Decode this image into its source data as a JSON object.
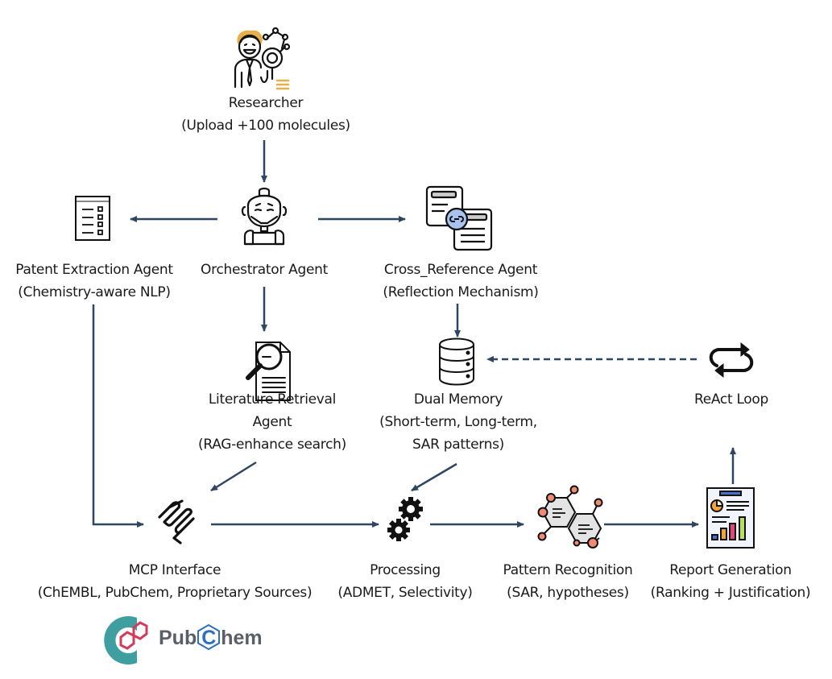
{
  "diagram": {
    "nodes": {
      "researcher": {
        "title": "Researcher",
        "subtitle": "(Upload +100 molecules)",
        "icon": "researcher-with-molecule-magnifier-icon"
      },
      "orchestrator": {
        "title": "Orchestrator Agent",
        "icon": "robot-icon"
      },
      "patent": {
        "title": "Patent Extraction Agent",
        "subtitle": "(Chemistry-aware NLP)",
        "icon": "checklist-document-icon"
      },
      "cross_reference": {
        "title": "Cross_Reference Agent",
        "subtitle": "(Reflection Mechanism)",
        "icon": "linked-documents-icon"
      },
      "literature": {
        "title": "Literature Retrieval",
        "title2": "Agent",
        "subtitle": "(RAG-enhance search)",
        "icon": "document-search-icon"
      },
      "memory": {
        "title": "Dual Memory",
        "subtitle": "(Short-term, Long-term,",
        "subtitle2": "SAR patterns)",
        "icon": "database-icon"
      },
      "react": {
        "title": "ReAct Loop",
        "icon": "loop-arrows-icon"
      },
      "mcp": {
        "title": "MCP Interface",
        "subtitle": "(ChEMBL, PubChem, Proprietary Sources)",
        "icon": "mcp-zigzag-icon"
      },
      "processing": {
        "title": "Processing",
        "subtitle": "(ADMET, Selectivity)",
        "icon": "gears-icon"
      },
      "pattern": {
        "title": "Pattern Recognition",
        "subtitle": "(SAR, hypotheses)",
        "icon": "molecule-hexagons-icon"
      },
      "report": {
        "title": "Report Generation",
        "subtitle": "(Ranking + Justification)",
        "icon": "report-chart-icon"
      }
    },
    "edges": [
      {
        "from": "researcher",
        "to": "orchestrator",
        "style": "solid"
      },
      {
        "from": "orchestrator",
        "to": "patent",
        "style": "solid"
      },
      {
        "from": "orchestrator",
        "to": "cross_reference",
        "style": "solid"
      },
      {
        "from": "orchestrator",
        "to": "literature",
        "style": "solid"
      },
      {
        "from": "cross_reference",
        "to": "memory",
        "style": "solid"
      },
      {
        "from": "react",
        "to": "memory",
        "style": "dashed"
      },
      {
        "from": "patent",
        "to": "mcp",
        "style": "solid"
      },
      {
        "from": "literature",
        "to": "mcp",
        "style": "solid"
      },
      {
        "from": "memory",
        "to": "processing",
        "style": "solid"
      },
      {
        "from": "mcp",
        "to": "processing",
        "style": "solid"
      },
      {
        "from": "processing",
        "to": "pattern",
        "style": "solid"
      },
      {
        "from": "pattern",
        "to": "report",
        "style": "solid"
      },
      {
        "from": "report",
        "to": "react",
        "style": "solid"
      }
    ],
    "logo": {
      "text_pre": "Pub",
      "text_c": "C",
      "text_post": "hem"
    },
    "colors": {
      "arrow": "#2e4662",
      "researcher_hair": "#e8b04b",
      "link_circle": "#a8c4ee",
      "molecule_node": "#f08a74",
      "pubchem_teal": "#3f9ea0",
      "pubchem_red": "#d23c5a",
      "pubchem_blue": "#2f6fbf"
    }
  }
}
